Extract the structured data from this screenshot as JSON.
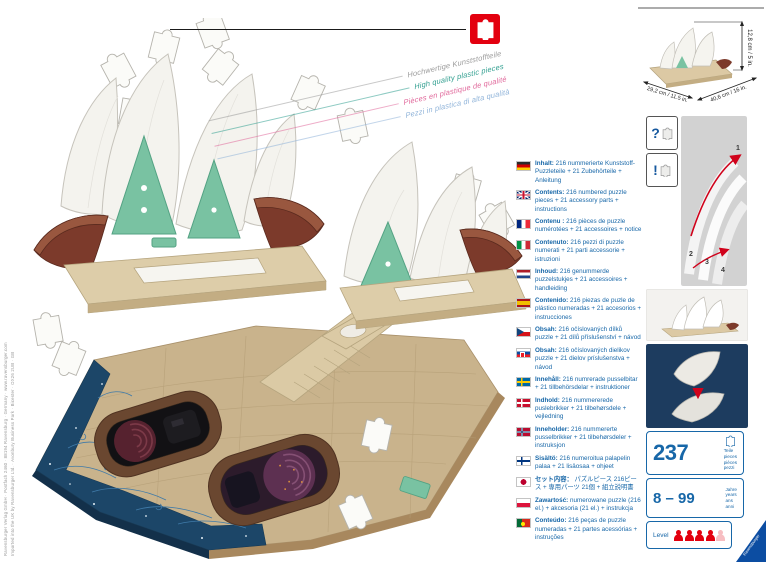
{
  "brand": {
    "name": "Ravensburger",
    "blue": "#1767a8",
    "red": "#e3000f"
  },
  "banner": {
    "lines": [
      {
        "text": "Hochwertige Kunststoffteile",
        "color": "#9a9a9a"
      },
      {
        "text": "High quality plastic pieces",
        "color": "#2f9e8f"
      },
      {
        "text": "Pièces en plastique de qualité",
        "color": "#e0679a"
      },
      {
        "text": "Pezzi in plastica di alta qualità",
        "color": "#8fb3d9"
      }
    ]
  },
  "dimensions": {
    "height": "12,8 cm / 5 in.",
    "depth": "29,2 cm / 11.5 in.",
    "width": "40,6 cm / 16 in."
  },
  "contents_list": [
    {
      "flag": "de",
      "bold": "Inhalt:",
      "text": "216 nummerierte Kunststoff-Puzzleteile + 21 Zubehörteile + Anleitung"
    },
    {
      "flag": "gb",
      "bold": "Contents:",
      "text": "216 numbered puzzle pieces + 21 accessory parts + instructions"
    },
    {
      "flag": "fr",
      "bold": "Contenu :",
      "text": "216 pièces de puzzle numérotées + 21 accessoires + notice"
    },
    {
      "flag": "it",
      "bold": "Contenuto:",
      "text": "216 pezzi di puzzle numerati + 21 parti accessorie + istruzioni"
    },
    {
      "flag": "nl",
      "bold": "Inhoud:",
      "text": "216 genummerde puzzelstukjes + 21 accessoires + handleiding"
    },
    {
      "flag": "es",
      "bold": "Contenido:",
      "text": "216 piezas de puzle de plástico numeradas + 21 accesorios + instrucciones"
    },
    {
      "flag": "cz",
      "bold": "Obsah:",
      "text": "216 očíslovaných dílků puzzle + 21 dílů příslušenství + návod"
    },
    {
      "flag": "sk",
      "bold": "Obsah:",
      "text": "216 očíslovaných dielikov puzzle + 21 dielov príslušenstva + návod"
    },
    {
      "flag": "se",
      "bold": "Innehåll:",
      "text": "216 numrerade pusselbitar + 21 tillbehörsdelar + instruktioner"
    },
    {
      "flag": "dk",
      "bold": "Indhold:",
      "text": "216 nummererede puslebrikker + 21 tilbehørsdele + vejledning"
    },
    {
      "flag": "no",
      "bold": "Inneholder:",
      "text": "216 nummererte pusselbrikker + 21 tilbehørsdeler + instruksjon"
    },
    {
      "flag": "fi",
      "bold": "Sisältö:",
      "text": "216 numeroitua palapelin palaa + 21 lisäosaa + ohjeet"
    },
    {
      "flag": "jp",
      "bold": "セット内容：",
      "text": "パズルピース 216ピース + 専用パーツ 21個 + 組立説明書"
    },
    {
      "flag": "pl",
      "bold": "Zawartość:",
      "text": "numerowane puzzle (216 el.) + akcesoria (21 el.) + instrukcja"
    },
    {
      "flag": "pt",
      "bold": "Conteúdo:",
      "text": "216 peças de puzzle numeradas + 21 partes acessórias + instruções"
    }
  ],
  "hint_boxes": {
    "question": "?",
    "exclamation": "!"
  },
  "assembly_panel": {
    "numbers": [
      "1",
      "2",
      "3",
      "4"
    ]
  },
  "badges": {
    "pieces": {
      "value": "237",
      "words": [
        "Teile",
        "pieces",
        "pièces",
        "pezzi"
      ]
    },
    "age": {
      "value": "8 – 99",
      "words": [
        "Jahre",
        "years",
        "ans",
        "anni"
      ]
    },
    "level": {
      "label": "Level"
    }
  },
  "imprint": {
    "line1": "Ravensburger Verlag GmbH · Postfach 2460 · 88194 Ravensburg · Germany · www.ravensburger.com",
    "line2": "Imported into the UK by Ravensburger Ltd. · Avonbury Business Park · Bicester · OX26 2UB · GB"
  }
}
